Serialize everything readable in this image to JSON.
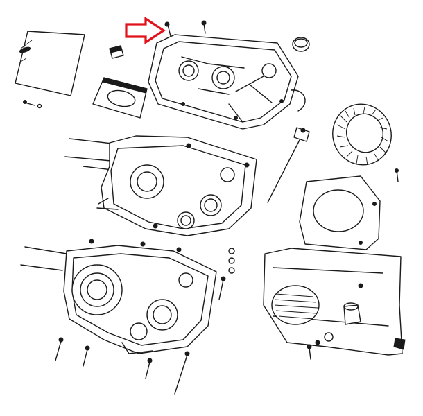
{
  "diagram": {
    "colors": {
      "ink": "#1a1a1a",
      "paper": "#ffffff",
      "highlight_arrow": "#e0121b",
      "shade": "#d9d9d9"
    },
    "highlight": {
      "shape": "outlined-arrow",
      "direction": "right",
      "points_to": "cover-screw-left"
    },
    "parts": [
      "crankcase-cover-gasket-plate",
      "oil-filler-cap",
      "cover-plug",
      "cover-screws",
      "top-cover",
      "bushing-ring",
      "upper-case-half",
      "dipstick",
      "flywheel-fan",
      "fan-shroud",
      "lower-case-half",
      "cylinder-cowling",
      "studs-and-bolts",
      "nuts"
    ]
  }
}
